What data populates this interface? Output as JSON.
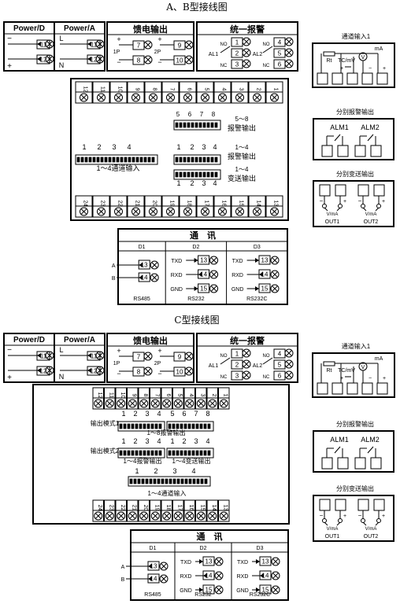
{
  "section_ab": {
    "title": "A、B型接线图",
    "power_d": "Power/D",
    "power_a": "Power/A",
    "feed_title": "馈电输出",
    "alarm_title": "统一报警",
    "comm_title": "通　讯",
    "d1": "D1",
    "d2": "D2",
    "d3": "D3",
    "rs485": "RS485",
    "rs232": "RS232",
    "rs232c": "RS232C",
    "txd": "TXD",
    "rxd": "RXD",
    "gnd": "GND",
    "alarm_5_8_a": "5～8",
    "alarm_5_8_b": "报警输出",
    "alarm_1_4_a": "1～4",
    "alarm_1_4_b": "报警输出",
    "trans_1_4_a": "1～4",
    "trans_1_4_b": "变送输出",
    "channel_in": "1～4通道输入"
  },
  "section_c": {
    "title": "C型接线图",
    "power_d": "Power/D",
    "power_a": "Power/A",
    "feed_title": "馈电输出",
    "alarm_title": "统一报警",
    "comm_title": "通　讯",
    "d1": "D1",
    "d2": "D2",
    "d3": "D3",
    "rs485": "RS485",
    "rs232": "RS232",
    "rs232c": "RS232C",
    "txd": "TXD",
    "rxd": "RXD",
    "gnd": "GND",
    "mode1": "输出模式1",
    "mode2": "输出模式2",
    "alarm_1_8": "1～8报警输出",
    "alarm_1_4": "1～4报警输出",
    "trans_1_4": "1～4变送输出",
    "channel_in": "1～4通道输入"
  },
  "side": {
    "channel_input": "通道输入1",
    "sep_alarm": "分别报警输出",
    "sep_trans": "分别变送输出",
    "alm1": "ALM1",
    "alm2": "ALM2",
    "rt": "Rt",
    "tcmv": "TC/mV",
    "ma": "mA",
    "v": "V",
    "vma": "V/mA",
    "out1": "OUT1",
    "out2": "OUT2"
  },
  "labels": {
    "L": "L",
    "N": "N",
    "1P": "1P",
    "2P": "2P",
    "AL1": "AL1",
    "AL2": "AL2",
    "NO": "NO",
    "NC": "NC",
    "A": "A",
    "B": "B"
  }
}
